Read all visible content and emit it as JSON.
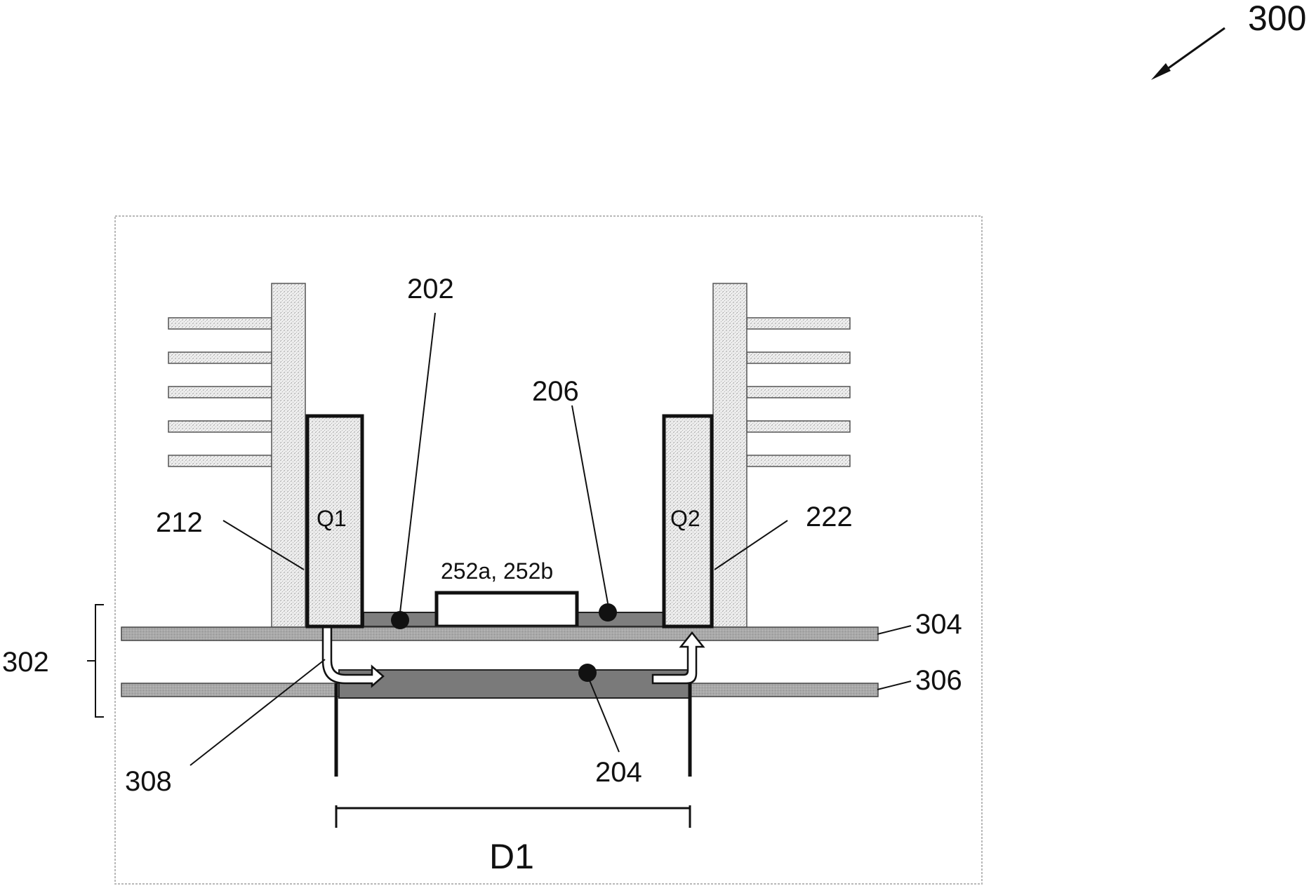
{
  "figure": {
    "number": "300",
    "labels": {
      "switch_q1": "Q1",
      "switch_q2": "Q2",
      "ref_202": "202",
      "ref_204": "204",
      "ref_206": "206",
      "ref_212": "212",
      "ref_222": "222",
      "ref_252": "252a, 252b",
      "ref_302": "302",
      "ref_304": "304",
      "ref_306": "306",
      "ref_308": "308",
      "distance": "D1"
    },
    "colors": {
      "ink": "#111111",
      "stipple_light": "#e2e2e2",
      "board_gray": "#a8a8a8",
      "trace_dark": "#7a7a7a",
      "frame": "#b8b8b8"
    }
  }
}
